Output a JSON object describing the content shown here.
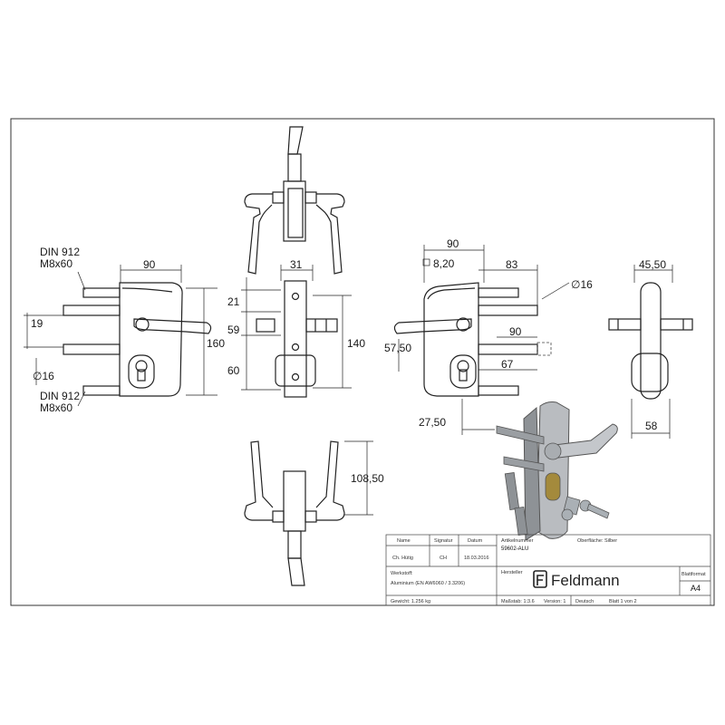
{
  "left_view": {
    "callout_top_1": "DIN 912",
    "callout_top_2": "M8x60",
    "callout_bottom_1": "DIN 912",
    "callout_bottom_2": "M8x60",
    "dim_width": "90",
    "dim_height": "160",
    "dim_19": "19",
    "dim_dia": "∅16"
  },
  "front_view": {
    "dim_31": "31",
    "dim_21": "21",
    "dim_59": "59",
    "dim_140": "140",
    "dim_60": "60"
  },
  "bottom_view": {
    "dim_108": "108,50"
  },
  "right_view": {
    "dim_90": "90",
    "dim_8": "8,20",
    "dim_83": "83",
    "dim_dia": "∅16",
    "dim_90b": "90",
    "dim_5750": "57,50",
    "dim_67": "67",
    "dim_2750": "27,50"
  },
  "side_view": {
    "dim_4550": "45,50",
    "dim_58": "58"
  },
  "title_block": {
    "h_name": "Name",
    "h_signatur": "Signatur",
    "h_datum": "Datum",
    "v_name": "Ch. Hütig",
    "v_signatur": "CH",
    "v_datum": "18.03.2016",
    "h_artikel": "Artikelnummer",
    "v_artikel": "59602-ALU",
    "h_oberflaeche": "Oberfläche: Silber",
    "h_werkstoff": "Werkstoff:",
    "v_werkstoff": "Aluminium (EN AW6060 / 3.3206)",
    "h_hersteller": "Hersteller",
    "brand": "Feldmann",
    "h_blattformat": "Blattformat",
    "v_blattformat": "A4",
    "gewicht": "Gewicht: 1.256 kg",
    "massstab": "Maßstab: 1:3.6",
    "version": "Version: 1",
    "sprache": "Deutsch",
    "blatt": "Blatt 1 von 2"
  }
}
